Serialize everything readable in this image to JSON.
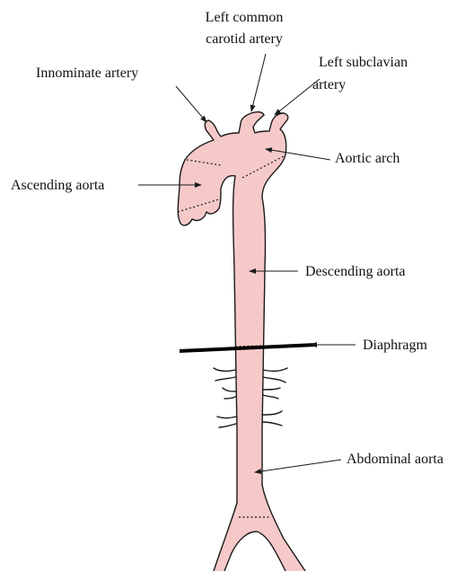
{
  "labels": {
    "left_common_carotid_line1": "Left common",
    "left_common_carotid_line2": "carotid artery",
    "left_subclavian_line1": "Left subclavian",
    "left_subclavian_line2": "artery",
    "innominate_artery": "Innominate artery",
    "aortic_arch": "Aortic arch",
    "ascending_aorta": "Ascending aorta",
    "descending_aorta": "Descending aorta",
    "diaphragm": "Diaphragm",
    "abdominal_aorta": "Abdominal aorta"
  },
  "colors": {
    "vessel_fill": "#f6c9c9",
    "vessel_highlight": "#f3b6b6",
    "outline": "#1a1a1a",
    "diaphragm": "#000000",
    "background": "#ffffff"
  }
}
